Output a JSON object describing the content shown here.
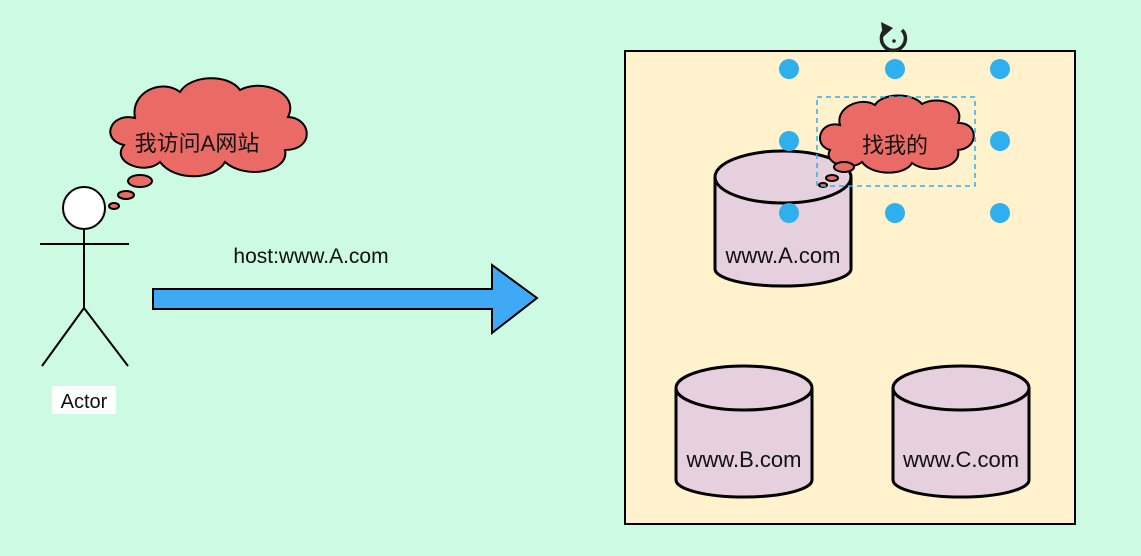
{
  "actor": {
    "label": "Actor"
  },
  "bubble_actor": {
    "text": "我访问A网站"
  },
  "request": {
    "label": "host:www.A.com"
  },
  "bubble_server": {
    "text": "找我的"
  },
  "servers": [
    {
      "label": "www.A.com"
    },
    {
      "label": "www.B.com"
    },
    {
      "label": "www.C.com"
    }
  ],
  "colors": {
    "background": "#ccfae2",
    "server_box": "#fff2cc",
    "cylinder": "#e6d0de",
    "cloud": "#ea6b66",
    "arrow": "#3fa9f5",
    "selection_handle": "#2fb0ee"
  },
  "icons": {
    "rotate": "rotate-icon"
  }
}
